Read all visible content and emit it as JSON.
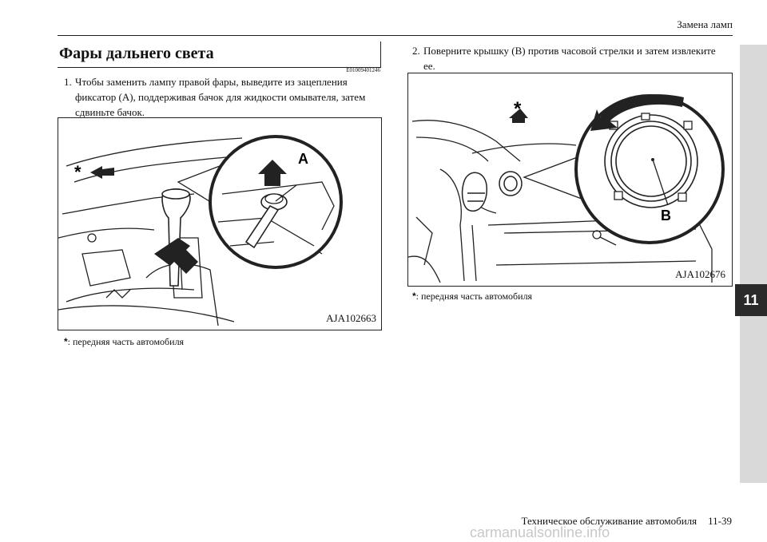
{
  "header": {
    "title": "Замена ламп"
  },
  "chapter_tab": "11",
  "section": {
    "title": "Фары дальнего света",
    "doc_code": "E01009401246"
  },
  "steps": [
    {
      "num": "1.",
      "line1": "Чтобы заменить лампу правой фары, выведите из зацепления",
      "line2": "фиксатор (A), поддерживая бачок для жидкости омывателя, затем",
      "line3": "сдвиньте бачок."
    },
    {
      "num": "2.",
      "line1": "Поверните крышку (B) против часовой стрелки и затем извлеките",
      "line2": "ее."
    }
  ],
  "figures": [
    {
      "code": "AJA102663",
      "callout": "A",
      "star": "*",
      "note_mark": "*",
      "note_text": ":  передняя часть автомобиля"
    },
    {
      "code": "AJA102676",
      "callout": "B",
      "star": "*",
      "note_mark": "*",
      "note_text": ":  передняя часть автомобиля"
    }
  ],
  "footer": {
    "text": "Техническое обслуживание автомобиля",
    "page": "11-39"
  },
  "watermark": "carmanualsonline.info"
}
